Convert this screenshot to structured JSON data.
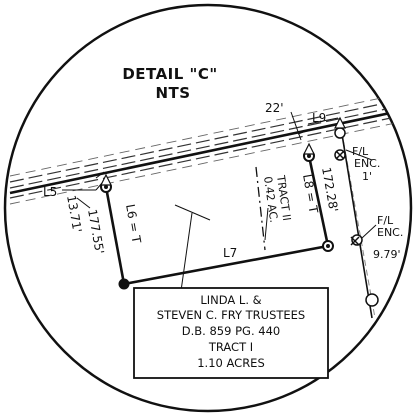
{
  "detail": {
    "title": "DETAIL \"C\"",
    "scale": "NTS"
  },
  "labels": {
    "dist_22": "22'",
    "l9": "L9",
    "fl_enc_top": "F/L",
    "fl_enc_top_2": "ENC.",
    "fl_enc_top_3": "1'",
    "fl_enc_bottom": "F/L",
    "fl_enc_bottom_2": "ENC.",
    "fl_enc_bottom_3": "9.79'",
    "l5": "L5",
    "dist_1371": "13.71'",
    "dist_17755": "177.55'",
    "l6_eq_t": "L6 = T",
    "l8_eq_t": "L8 = T",
    "dist_17228": "172.28'",
    "tract_ii": "TRACT II",
    "tract_ii_area": "0.42 AC.",
    "l7": "L7"
  },
  "owner_box": {
    "line1": "LINDA L. &",
    "line2": "STEVEN C. FRY TRUSTEES",
    "line3": "D.B. 859 PG. 440",
    "line4": "TRACT I",
    "line5": "1.10 ACRES"
  },
  "colors": {
    "ink": "#111111",
    "background": "#ffffff"
  }
}
